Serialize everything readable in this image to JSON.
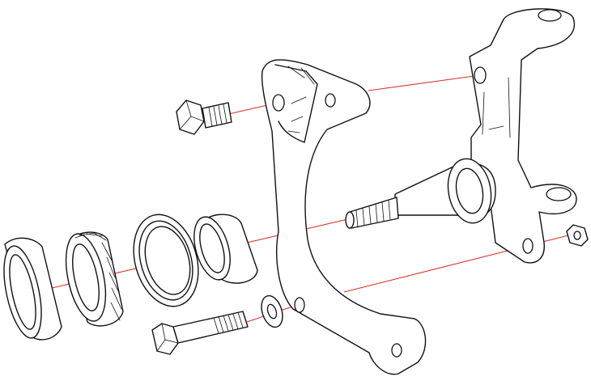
{
  "figure": {
    "kind": "exploded-assembly-illustration",
    "components": [
      "outer-bearing-race",
      "tapered-roller-bearing",
      "grease-seal",
      "spacer-sleeve",
      "bolt-long",
      "washer",
      "bolt-short",
      "caliper-bracket",
      "spindle-knuckle",
      "nut"
    ]
  },
  "colors": {
    "line_art": "#111111",
    "alignment_axis": "#d9342b",
    "background": "#ffffff"
  },
  "icons": {
    "bolt": "hex-bolt-icon",
    "nut": "hex-nut-icon"
  }
}
